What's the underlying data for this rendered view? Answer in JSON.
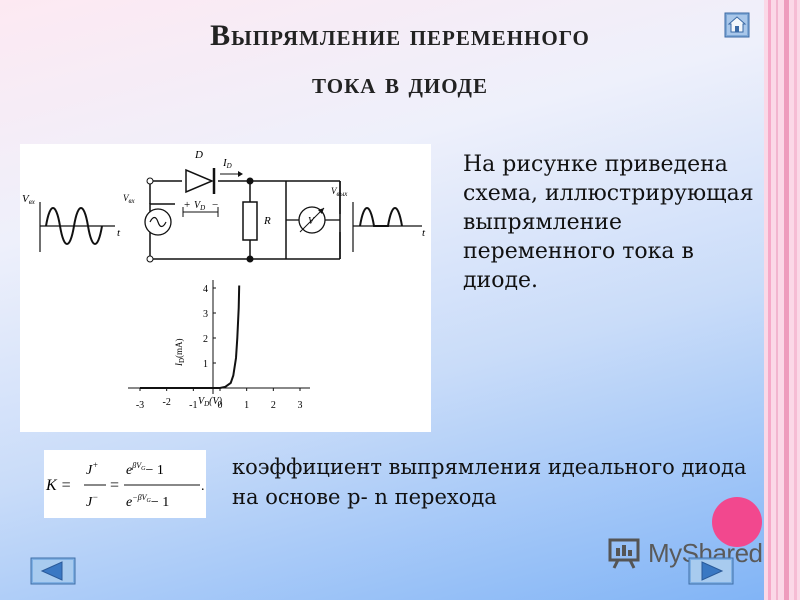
{
  "slide": {
    "title_line1": "Выпрямление переменного",
    "title_line2": "тока в диоде",
    "description": "На рисунке приведена схема, иллюстрирующая выпрямление переменного тока в диоде.",
    "caption": "коэффициент выпрямления идеального диода на основе p- n перехода"
  },
  "circuit": {
    "v_in": "V",
    "v_in_sub": "вх",
    "v_out": "V",
    "v_out_sub": "вых",
    "t_in": "t",
    "t_out": "t",
    "diode_label": "D",
    "current_label": "I",
    "current_sub": "D",
    "vd_label": "V",
    "vd_sub": "D",
    "plus": "+",
    "minus": "−",
    "resistor_label": "R",
    "voltmeter_label": "V"
  },
  "chart_data": {
    "type": "line",
    "xlabel": "V",
    "xlabel_sub": "D",
    "xlabel_unit": "(V)",
    "ylabel": "I",
    "ylabel_sub": "D",
    "ylabel_unit": "(mA)",
    "x_ticks": [
      "-3",
      "-2",
      "-1",
      "0",
      "1",
      "2",
      "3"
    ],
    "y_ticks": [
      "1",
      "2",
      "3",
      "4"
    ],
    "xlim": [
      -3,
      3
    ],
    "ylim": [
      0,
      4
    ],
    "series": [
      {
        "x": [
          -3,
          -2,
          -1,
          -0.3,
          0,
          0.2,
          0.4,
          0.5,
          0.6,
          0.65,
          0.7,
          0.72
        ],
        "y": [
          0,
          0,
          0,
          0,
          0,
          0.05,
          0.2,
          0.5,
          1.2,
          2.0,
          3.2,
          4.1
        ]
      }
    ]
  },
  "formula": {
    "lhs": "K =",
    "j_plus": "J",
    "plus_sup": "+",
    "j_minus": "J",
    "minus_sup": "−",
    "eq": "=",
    "num": "e",
    "num_exp": "βV",
    "num_exp_sub": "G",
    "num_tail": "− 1",
    "den": "e",
    "den_exp": "−βV",
    "den_exp_sub": "G",
    "den_tail": "− 1",
    "end": "."
  },
  "watermark": {
    "text": "MyShared"
  },
  "colors": {
    "accent_dot": "#f2488e",
    "nav_blue": "#5d9bd8"
  },
  "icons": [
    "home-icon",
    "arrow-left-icon",
    "arrow-right-icon",
    "presentation-icon"
  ]
}
